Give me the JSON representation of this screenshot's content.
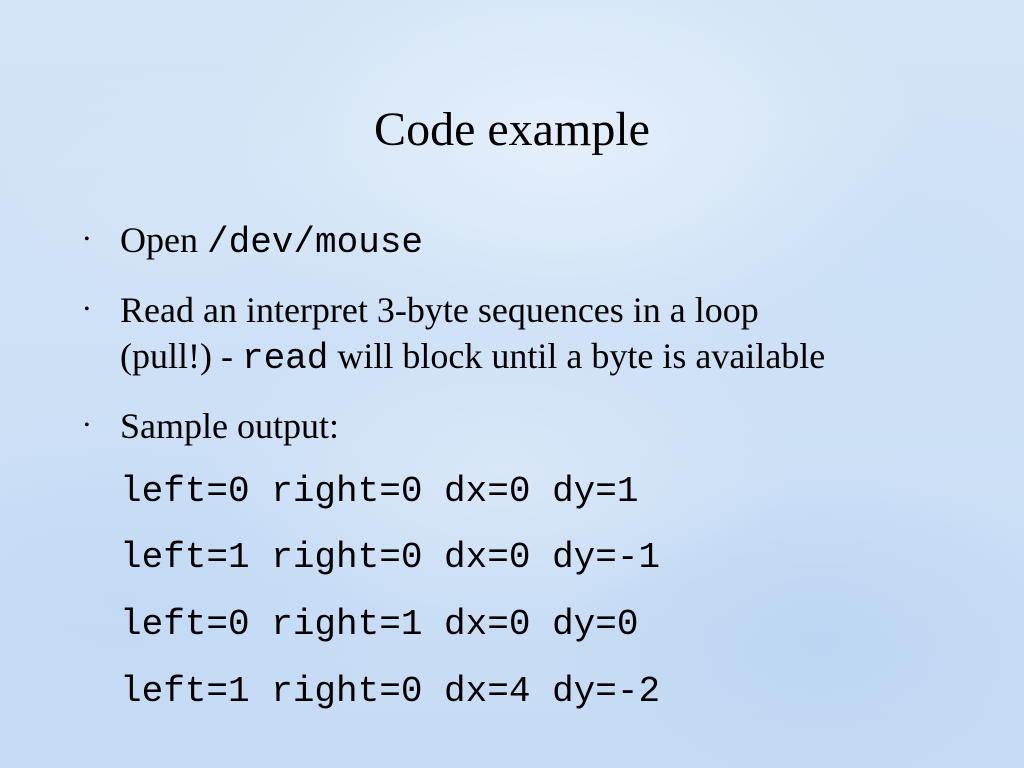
{
  "slide": {
    "title": "Code example",
    "bullets": [
      {
        "bullet": "•",
        "text_before": "Open ",
        "code": "/dev/mouse"
      },
      {
        "bullet": "•",
        "line1": "Read an interpret 3-byte sequences in a loop",
        "line2_before": "(pull!) - ",
        "line2_code": "read",
        "line2_after": " will block until a byte is available"
      },
      {
        "bullet": "•",
        "text": "Sample output:"
      }
    ],
    "sample_output": [
      "left=0 right=0 dx=0 dy=1",
      "left=1 right=0 dx=0 dy=-1",
      "left=0 right=1 dx=0 dy=0",
      "left=1 right=0 dx=4 dy=-2"
    ]
  }
}
